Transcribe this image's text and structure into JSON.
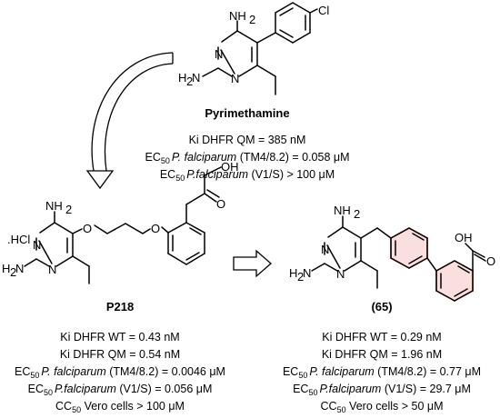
{
  "compounds": {
    "pyrimethamine": {
      "name": "Pyrimethamine",
      "atoms": {
        "nh2_top": "NH",
        "nh2_left": "H",
        "cl": "Cl",
        "n1": "N",
        "n2": "N"
      },
      "props": [
        {
          "pre": "Ki DHFR QM =  385 nM",
          "sub": "",
          "italic": "",
          "post": ""
        },
        {
          "pre": "EC",
          "sub": "50",
          "italic": "P.  falciparum",
          "post": " (TM4/8.2) = 0.058 μM"
        },
        {
          "pre": "EC",
          "sub": "50",
          "italic": "P.falciparum",
          "post": "  (V1/S) > 100 μM"
        }
      ]
    },
    "p218": {
      "name": "P218",
      "salt": ".HCl",
      "atoms": {
        "nh2_top": "NH",
        "nh2_left": "H",
        "n1": "N",
        "n2": "N",
        "o1": "O",
        "o2": "O",
        "oh": "OH",
        "o_keto": "O"
      },
      "props": [
        {
          "pre": "Ki DHFR WT = 0.43 nM",
          "sub": "",
          "italic": "",
          "post": ""
        },
        {
          "pre": "Ki DHFR QM = 0.54 nM",
          "sub": "",
          "italic": "",
          "post": ""
        },
        {
          "pre": "EC",
          "sub": "50",
          "italic": "P.  falciparum",
          "post": " (TM4/8.2) = 0.0046 μM"
        },
        {
          "pre": "EC",
          "sub": "50",
          "italic": "P.falciparum",
          "post": "  (V1/S) = 0.056 μM"
        },
        {
          "pre": "CC",
          "sub": "50",
          "italic": "",
          "post": " Vero cells > 100 μM"
        }
      ]
    },
    "c65": {
      "name": "(65)",
      "atoms": {
        "nh2_top": "NH",
        "nh2_left": "H",
        "n1": "N",
        "n2": "N",
        "oh": "OH",
        "o_keto": "O"
      },
      "props": [
        {
          "pre": "Ki DHFR WT = 0.29 nM",
          "sub": "",
          "italic": "",
          "post": ""
        },
        {
          "pre": "Ki DHFR QM = 1.96 nM",
          "sub": "",
          "italic": "",
          "post": ""
        },
        {
          "pre": "EC",
          "sub": "50",
          "italic": "P.  falciparum",
          "post": " (TM4/8.2) = 0.77 μM"
        },
        {
          "pre": "EC",
          "sub": "50",
          "italic": "P.falciparum",
          "post": "  (V1/S) = 29.7 μM"
        },
        {
          "pre": "CC",
          "sub": "50",
          "italic": "",
          "post": " Vero cells > 50 μM"
        }
      ]
    }
  },
  "subscripts": {
    "two": "2"
  },
  "colors": {
    "highlight": "#c0392b",
    "highlight_fill": "#f9e0de"
  }
}
